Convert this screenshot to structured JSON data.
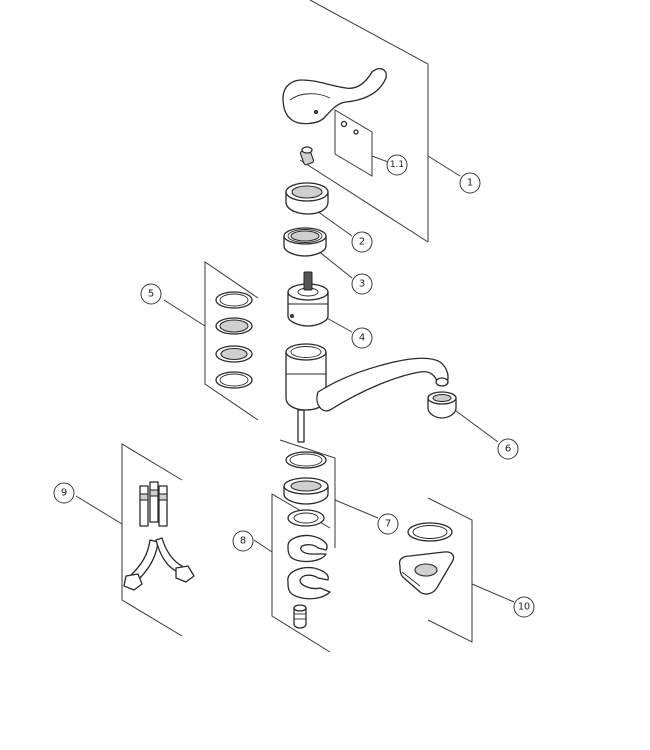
{
  "callouts": {
    "c1": "1",
    "c1_1": "1.1",
    "c2": "2",
    "c3": "3",
    "c4": "4",
    "c5": "5",
    "c6": "6",
    "c7": "7",
    "c8": "8",
    "c9": "9",
    "c10": "10"
  }
}
